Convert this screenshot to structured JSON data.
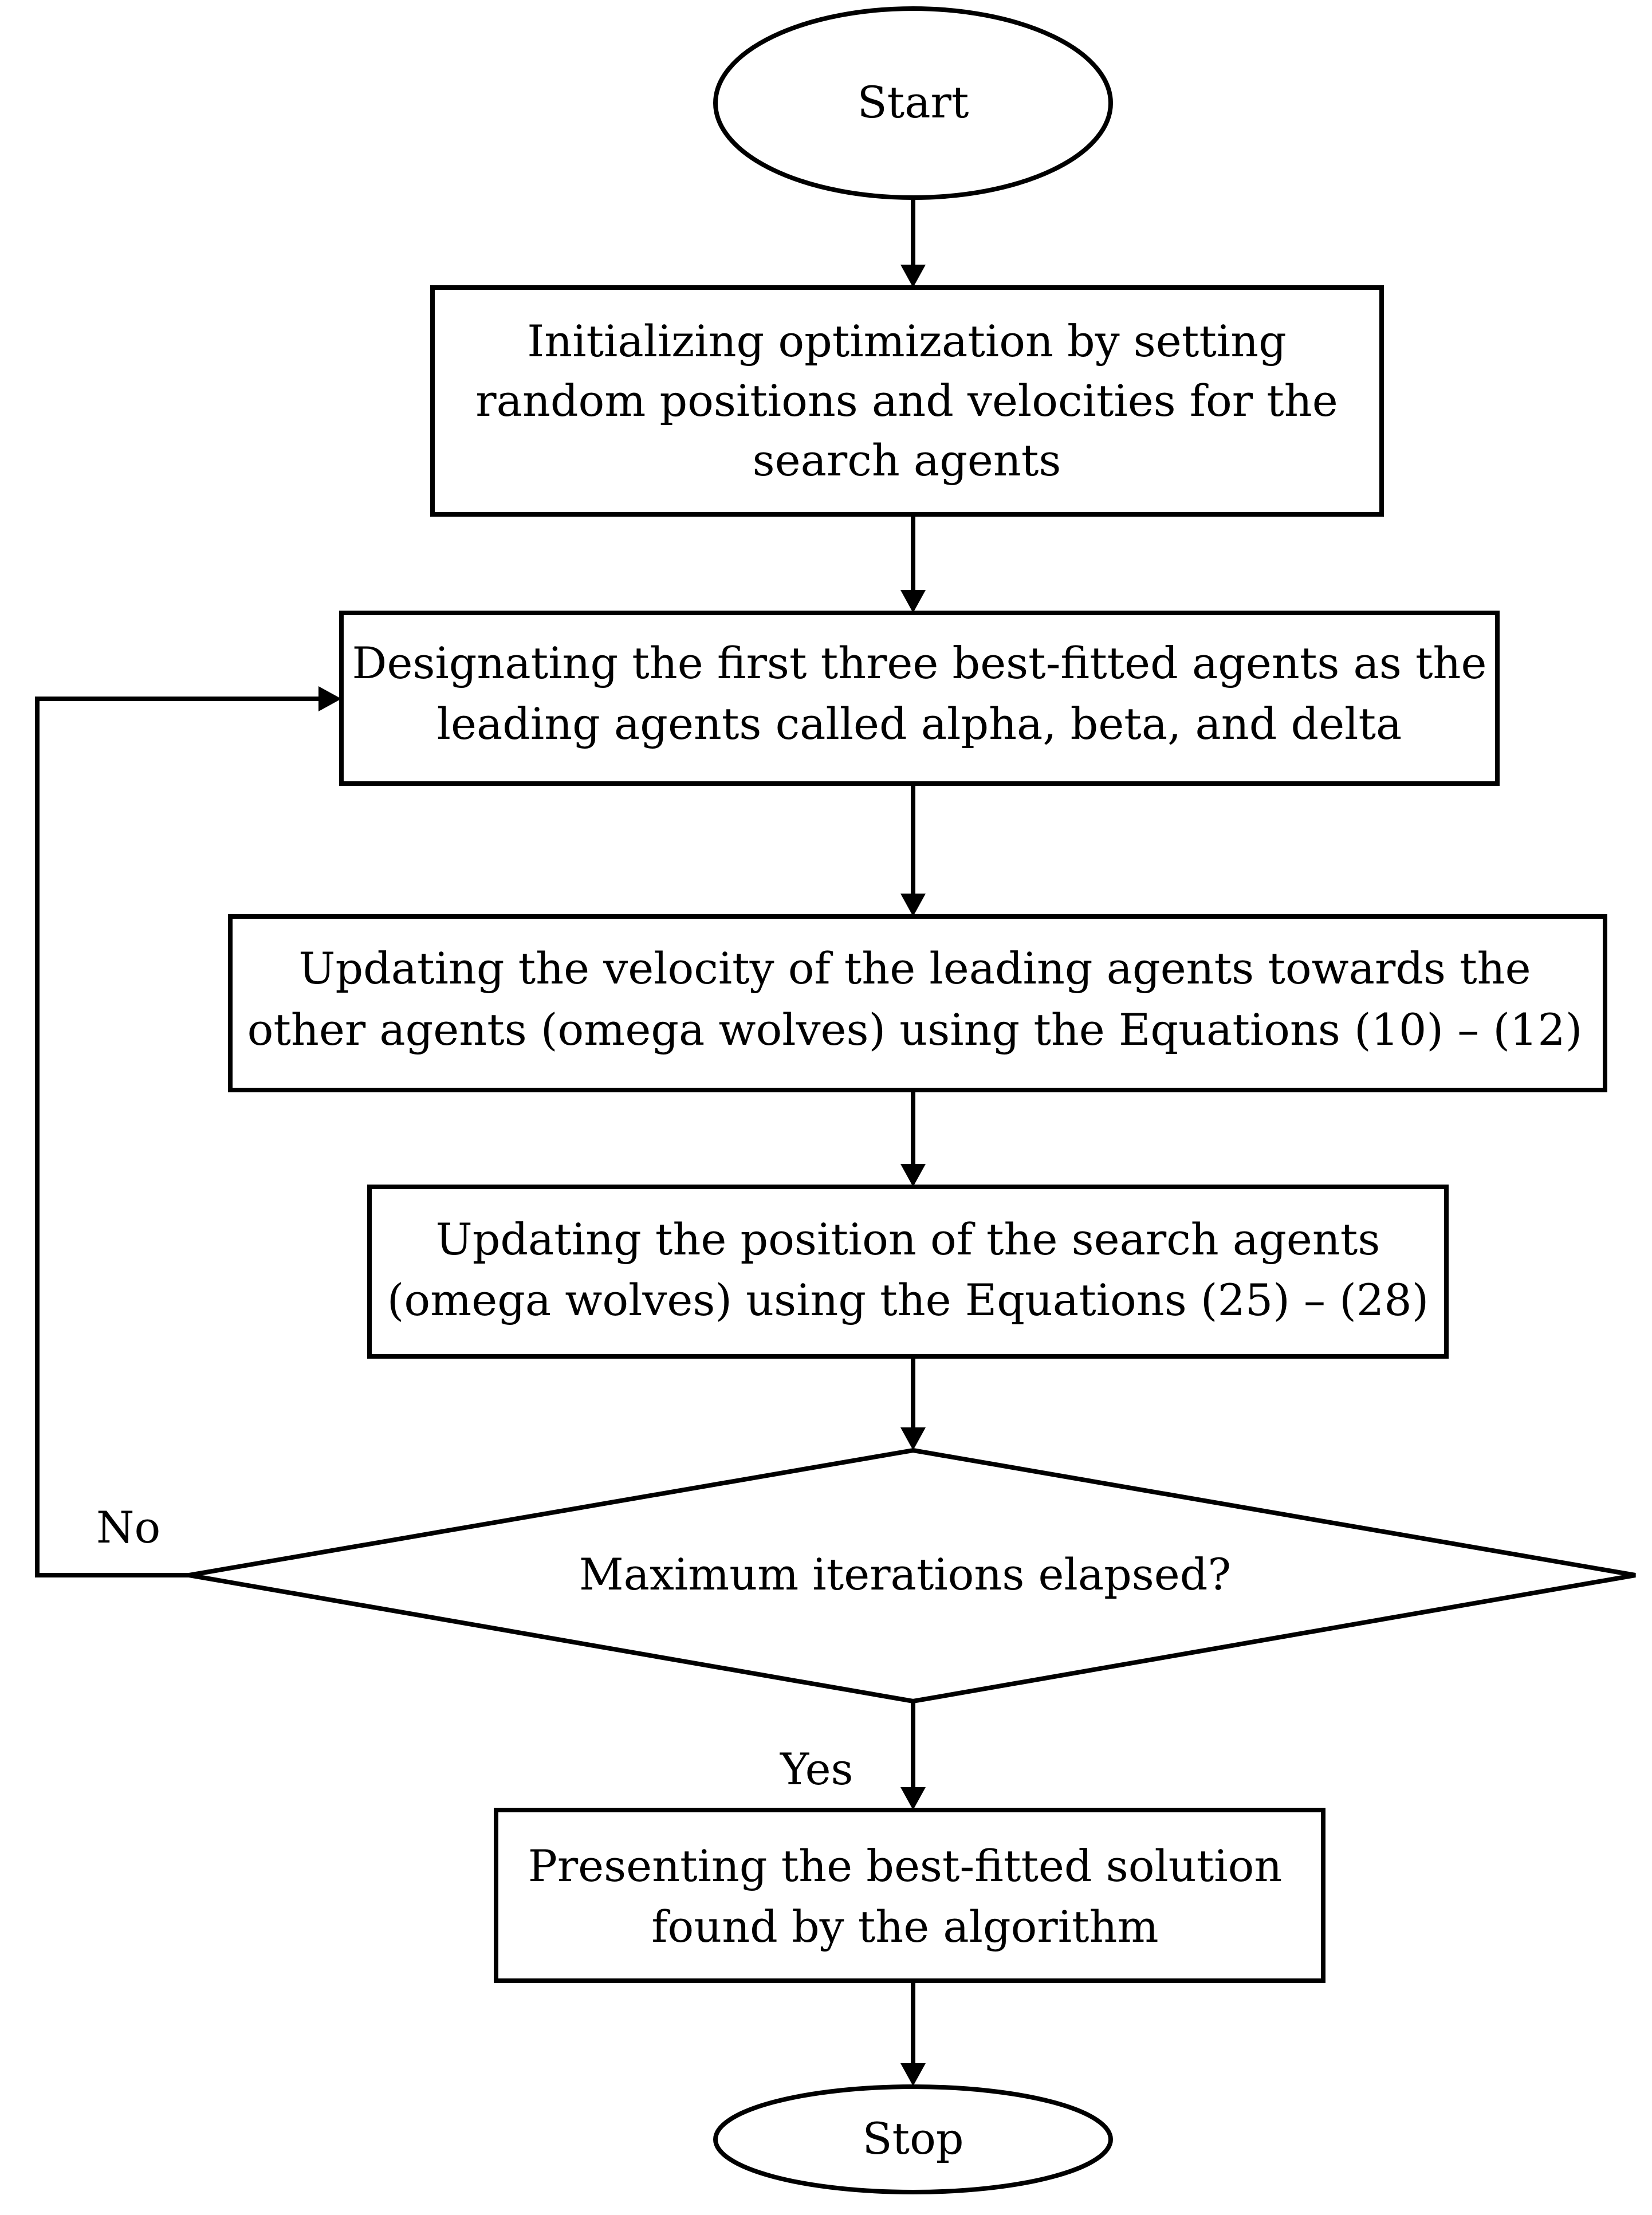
{
  "flowchart": {
    "nodes": {
      "start": {
        "shape": "terminator",
        "lines": [
          "Start"
        ]
      },
      "init": {
        "shape": "process",
        "lines": [
          "Initializing optimization by setting",
          "random positions and velocities for the",
          "search agents"
        ]
      },
      "designate": {
        "shape": "process",
        "lines": [
          "Designating the first three best-fitted agents as the",
          "leading agents called alpha, beta, and delta"
        ]
      },
      "update_velocity": {
        "shape": "process",
        "lines": [
          "Updating the velocity of the leading agents towards the",
          "other agents (omega wolves) using the Equations (10) – (12)"
        ]
      },
      "update_position": {
        "shape": "process",
        "lines": [
          "Updating the position of the search agents",
          "(omega wolves) using the Equations (25) – (28)"
        ]
      },
      "decision": {
        "shape": "decision",
        "lines": [
          "Maximum iterations elapsed?"
        ]
      },
      "present": {
        "shape": "process",
        "lines": [
          "Presenting the best-fitted solution",
          "found by the algorithm"
        ]
      },
      "stop": {
        "shape": "terminator",
        "lines": [
          "Stop"
        ]
      }
    },
    "edges": [
      {
        "from": "start",
        "to": "init",
        "label": ""
      },
      {
        "from": "init",
        "to": "designate",
        "label": ""
      },
      {
        "from": "designate",
        "to": "update_velocity",
        "label": ""
      },
      {
        "from": "update_velocity",
        "to": "update_position",
        "label": ""
      },
      {
        "from": "update_position",
        "to": "decision",
        "label": ""
      },
      {
        "from": "decision",
        "to": "designate",
        "label": "No"
      },
      {
        "from": "decision",
        "to": "present",
        "label": "Yes"
      },
      {
        "from": "present",
        "to": "stop",
        "label": ""
      }
    ],
    "colors": {
      "stroke": "#000000",
      "fill": "#ffffff",
      "text": "#000000"
    }
  }
}
